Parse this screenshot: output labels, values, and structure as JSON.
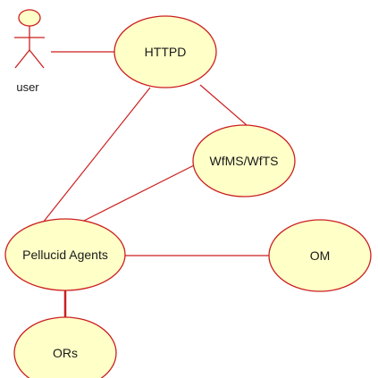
{
  "colors": {
    "node_fill": "#ffffc8",
    "node_stroke": "#cc1f1f",
    "edge_stroke": "#cc1f1f",
    "actor_fill": "#ffffc8",
    "actor_stroke": "#cc1f1f"
  },
  "actor": {
    "label": "user",
    "icon": "stick-figure-icon"
  },
  "nodes": {
    "httpd": "HTTPD",
    "wfms": "WfMS/WfTS",
    "pellucid": "Pellucid Agents",
    "om": "OM",
    "ors": "ORs"
  },
  "edges": [
    {
      "from": "user",
      "to": "httpd"
    },
    {
      "from": "httpd",
      "to": "wfms"
    },
    {
      "from": "httpd",
      "to": "pellucid"
    },
    {
      "from": "wfms",
      "to": "pellucid"
    },
    {
      "from": "pellucid",
      "to": "om"
    },
    {
      "from": "pellucid",
      "to": "ors"
    }
  ]
}
